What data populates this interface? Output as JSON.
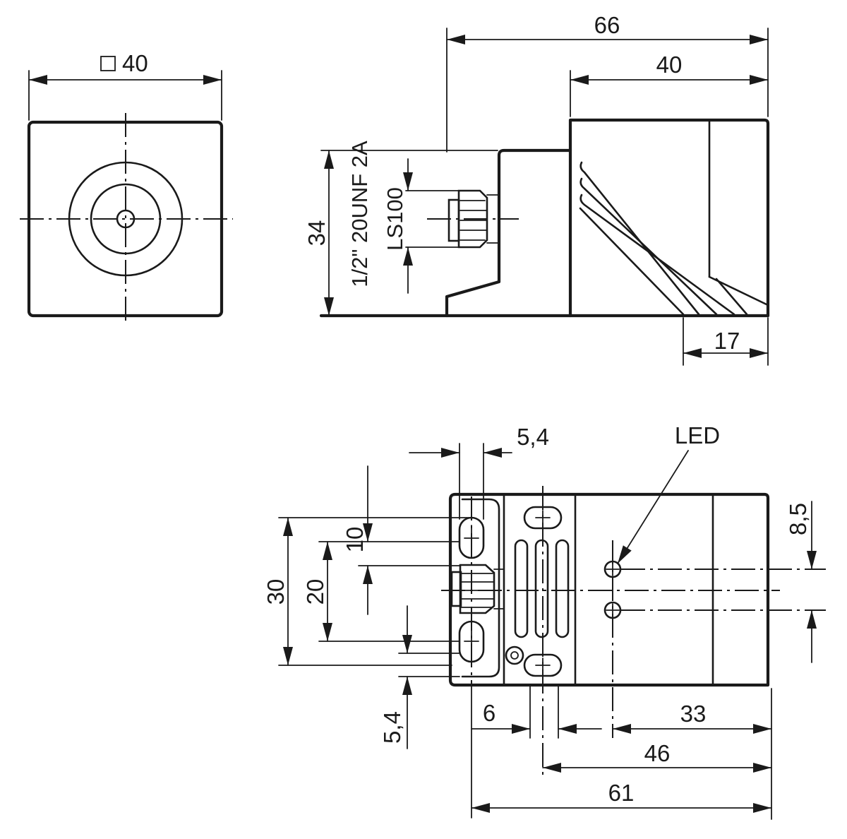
{
  "front_view": {
    "width_label": "40"
  },
  "side_view": {
    "length_total_label": "66",
    "head_length_label": "40",
    "height_label": "34",
    "thread_label": "1/2\" 20UNF 2A",
    "connector_label": "LS100",
    "bevel_label": "17"
  },
  "top_view": {
    "slot_width_label": "5,4",
    "slot_width_bottom_label": "5,4",
    "led_label": "LED",
    "led_spacing_label": "8,5",
    "pitch_small_label": "10",
    "pitch_medium_label": "20",
    "pitch_large_label": "30",
    "offset_label": "6",
    "led_distance_label": "33",
    "hole_distance_label": "46",
    "body_length_label": "61"
  },
  "colors": {
    "line": "#1a1a1a",
    "background": "#ffffff"
  }
}
